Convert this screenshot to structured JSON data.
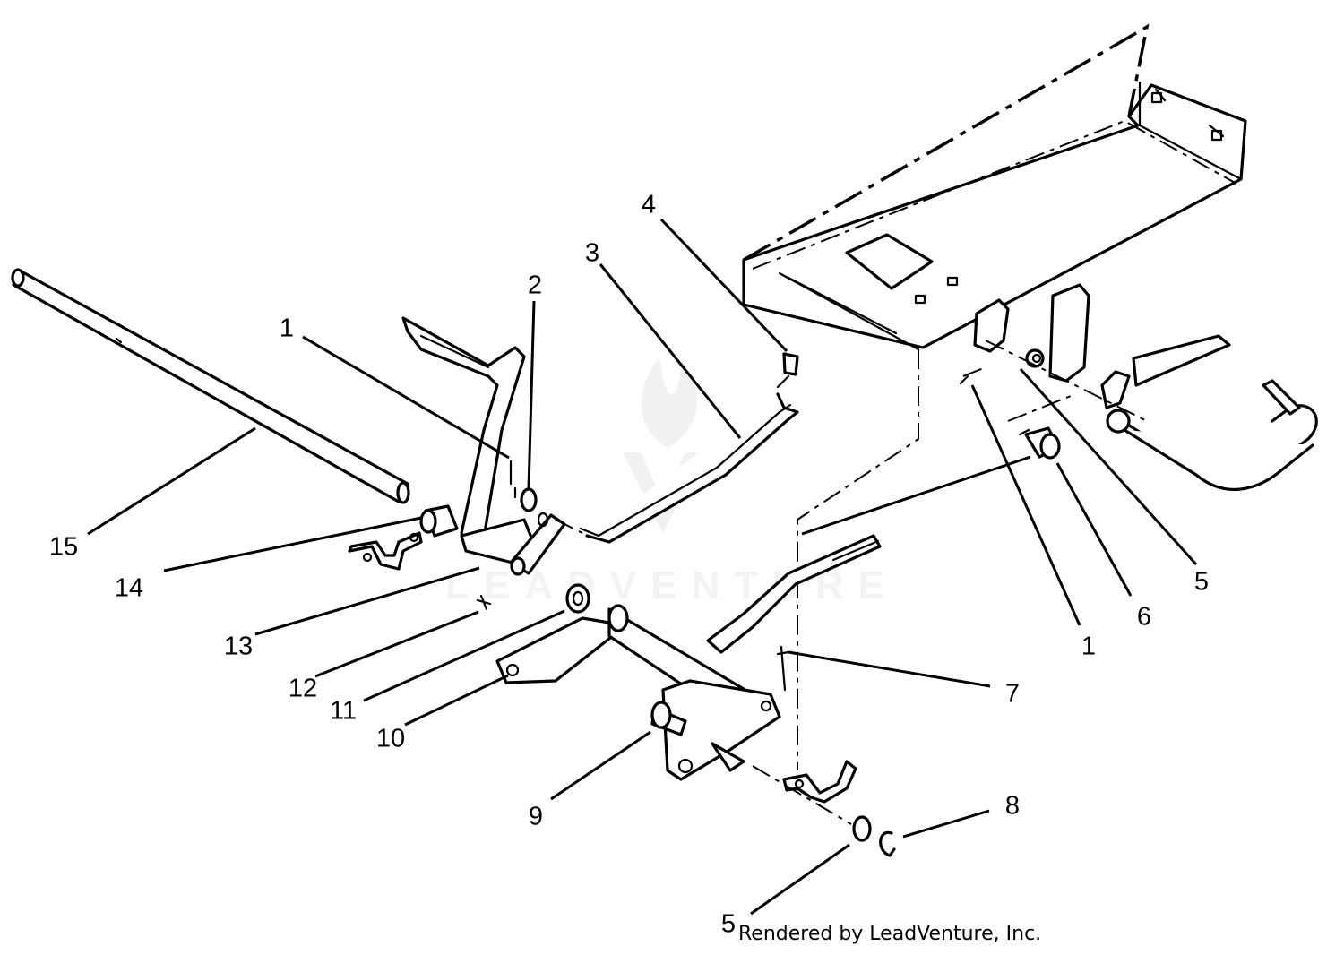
{
  "diagram": {
    "callouts": [
      {
        "id": "c1a",
        "label": "1"
      },
      {
        "id": "c2",
        "label": "2"
      },
      {
        "id": "c3",
        "label": "3"
      },
      {
        "id": "c4",
        "label": "4"
      },
      {
        "id": "c15",
        "label": "15"
      },
      {
        "id": "c14",
        "label": "14"
      },
      {
        "id": "c13",
        "label": "13"
      },
      {
        "id": "c12",
        "label": "12"
      },
      {
        "id": "c11",
        "label": "11"
      },
      {
        "id": "c10",
        "label": "10"
      },
      {
        "id": "c9",
        "label": "9"
      },
      {
        "id": "c7",
        "label": "7"
      },
      {
        "id": "c8",
        "label": "8"
      },
      {
        "id": "c5b",
        "label": "5"
      },
      {
        "id": "c5a",
        "label": "5"
      },
      {
        "id": "c6",
        "label": "6"
      },
      {
        "id": "c1b",
        "label": "1"
      }
    ]
  },
  "watermark": {
    "text": "LEADVENTURE"
  },
  "credit": {
    "text": "Rendered by LeadVenture, Inc."
  },
  "colors": {
    "ink": "#000000",
    "background": "#ffffff",
    "watermark": "#e6e6e6"
  }
}
